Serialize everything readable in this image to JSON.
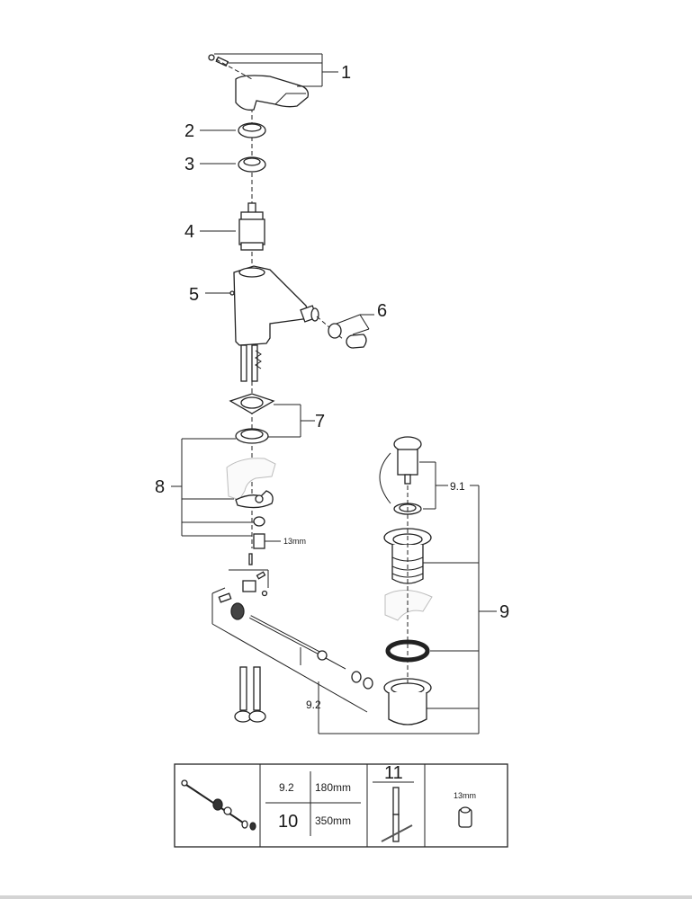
{
  "diagram": {
    "title": "Exploded parts diagram — bidet mixer",
    "callouts": {
      "c1": "1",
      "c2": "2",
      "c3": "3",
      "c4": "4",
      "c5": "5",
      "c6": "6",
      "c7": "7",
      "c8": "8",
      "c9": "9",
      "c9_1": "9.1",
      "c9_2": "9.2",
      "wrench_size": "13mm"
    },
    "parts": [
      {
        "id": "1",
        "name": "lever handle with set screw"
      },
      {
        "id": "2",
        "name": "cover ring"
      },
      {
        "id": "3",
        "name": "cartridge nut"
      },
      {
        "id": "4",
        "name": "cartridge"
      },
      {
        "id": "5",
        "name": "mixer body"
      },
      {
        "id": "6",
        "name": "aerator / swivel spray"
      },
      {
        "id": "7",
        "name": "base gaskets"
      },
      {
        "id": "8",
        "name": "mounting set"
      },
      {
        "id": "9",
        "name": "pop-up waste"
      },
      {
        "id": "9.1",
        "name": "plug assembly"
      },
      {
        "id": "9.2",
        "name": "lift rod linkage"
      }
    ]
  },
  "table": {
    "rows": [
      {
        "key": "9.2",
        "value": "180mm"
      },
      {
        "key": "10",
        "value": "350mm"
      }
    ],
    "tool_number": "11",
    "socket_size": "13mm"
  }
}
